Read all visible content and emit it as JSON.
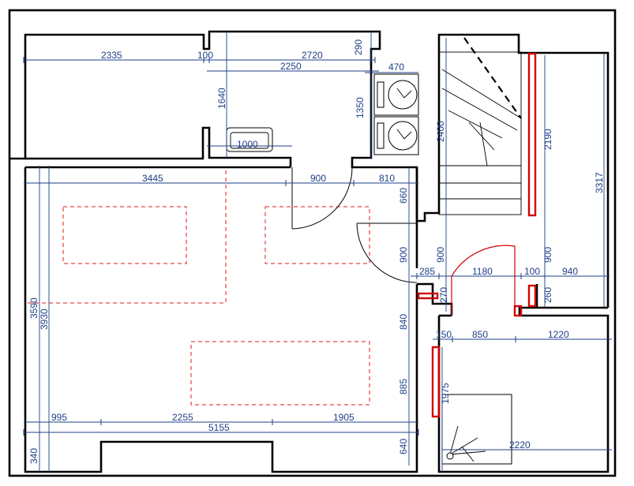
{
  "plan": {
    "dimensions": {
      "top_2335": "2335",
      "top_100": "100",
      "top_2720": "2720",
      "top_290": "290",
      "top_470": "470",
      "top_2250": "2250",
      "v_1640": "1640",
      "v_1350": "1350",
      "sink_1000": "1000",
      "row_3445": "3445",
      "row_900": "900",
      "row_810": "810",
      "v_660": "660",
      "v_900_hall": "900",
      "v_900_stair": "900",
      "v_2400": "2400",
      "v_2190": "2190",
      "v_3317": "3317",
      "v_900_right": "900",
      "mid_285": "285",
      "mid_1180": "1180",
      "mid_100": "100",
      "mid_940": "940",
      "v_270": "270",
      "v_260": "260",
      "left_3590": "3590",
      "left_3930": "3930",
      "v_840": "840",
      "v_885": "885",
      "v_640": "640",
      "bath_150": "150",
      "bath_850": "850",
      "bath_1220": "1220",
      "v_1975": "1975",
      "bottom_995": "995",
      "bottom_2255": "2255",
      "bottom_1905": "1905",
      "bottom_5155": "5155",
      "bottom_2220": "2220",
      "left_340": "340"
    },
    "colors": {
      "walls": "#000000",
      "dimensions": "#1d3f87",
      "new_walls": "#d40000",
      "furniture_outline": "#e01818"
    }
  }
}
